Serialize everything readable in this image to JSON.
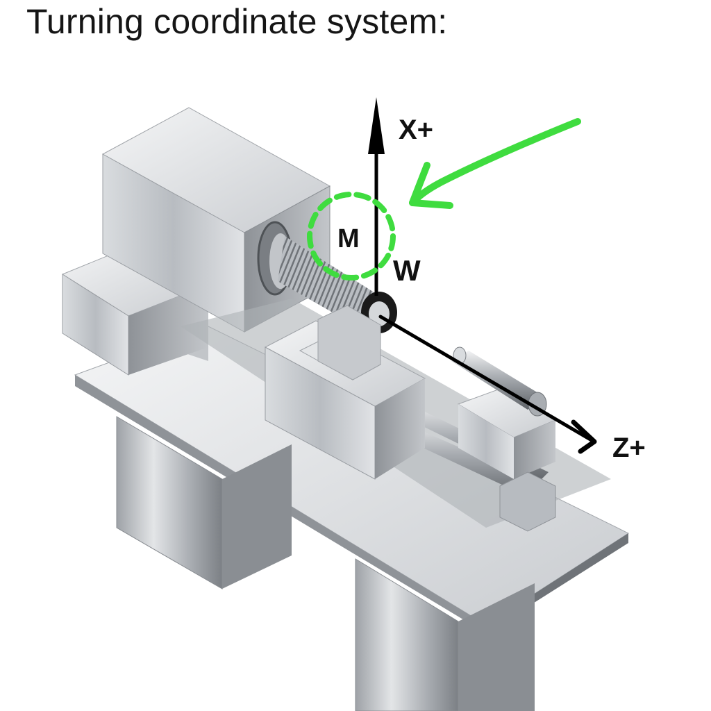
{
  "title": "Turning coordinate system:",
  "labels": {
    "x_axis": "X+",
    "z_axis": "Z+",
    "machine_zero": "M",
    "workpiece_zero": "W"
  },
  "colors": {
    "highlight": "#3fdc3f",
    "axis": "#000000",
    "metal_light": "#e6e8ea",
    "metal_mid": "#b9bdc1",
    "metal_dark": "#7d8186"
  },
  "icons": [
    "lathe-illustration",
    "arrow-up-icon",
    "arrow-right-icon",
    "highlight-arrow-icon"
  ]
}
